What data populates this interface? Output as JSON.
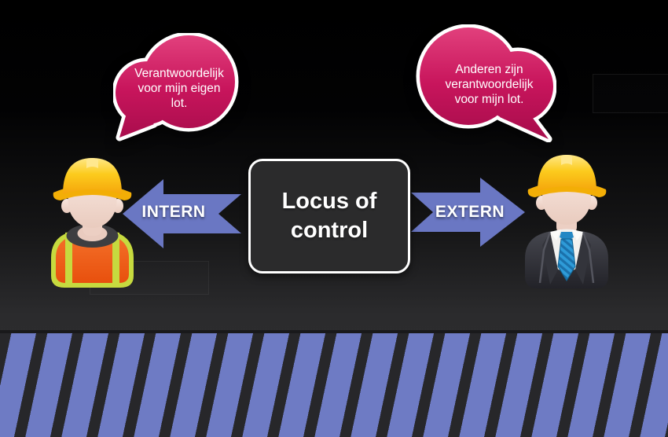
{
  "diagram": {
    "center_box": {
      "title": "Locus of control",
      "lines": [
        "Locus of",
        "control"
      ]
    },
    "bubbles": {
      "left": {
        "text": "Verantwoordelijk voor mijn eigen lot.",
        "lines": [
          "Verantwoordelijk",
          "voor mijn eigen",
          "lot."
        ]
      },
      "right": {
        "text": "Anderen zijn verantwoordelijk voor mijn lot.",
        "lines": [
          "Anderen zijn",
          "verantwoordelijk",
          "voor mijn lot."
        ]
      }
    },
    "arrows": {
      "left": {
        "label": "INTERN"
      },
      "right": {
        "label": "EXTERN"
      }
    },
    "figures": {
      "left": "construction-worker",
      "right": "manager-with-hardhat"
    }
  },
  "colors": {
    "bubble_pink": "#c8155c",
    "arrow_blue": "#6a77c3",
    "stripe_blue": "#6e7bc4",
    "stripe_dark": "#27272a",
    "background": "#000000",
    "box_background": "#2b2b2c",
    "text": "#ffffff",
    "hardhat_yellow": "#fccb1d",
    "vest_orange": "#ee5c12",
    "vest_lime": "#c6da3f",
    "tie_blue": "#2e9bd8"
  }
}
